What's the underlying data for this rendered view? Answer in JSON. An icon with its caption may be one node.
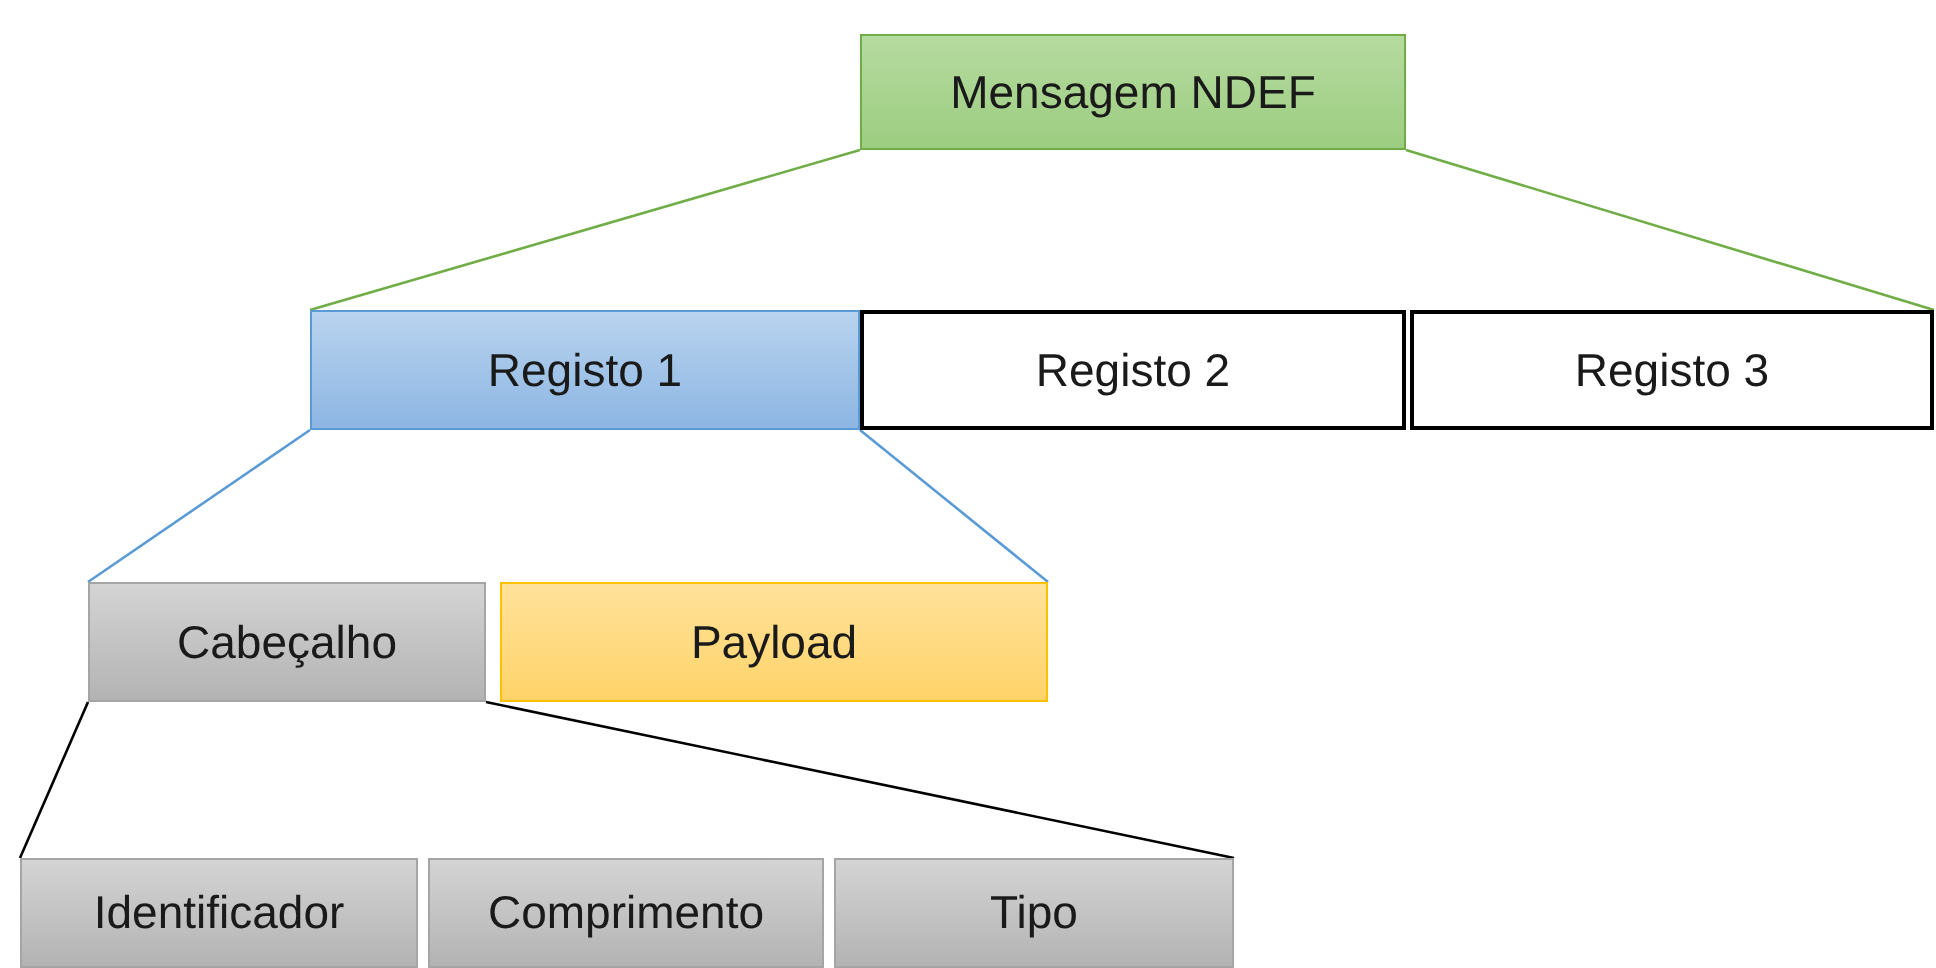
{
  "diagram": {
    "nodes": [
      {
        "text": [
          "Mensagem NDEF"
        ]
      },
      {
        "text": [
          "Registo 1"
        ]
      },
      {
        "text": [
          "Registo 2"
        ]
      },
      {
        "text": [
          "Registo 3"
        ]
      },
      {
        "text": [
          "Cabeçalho"
        ]
      },
      {
        "text": [
          "Payload"
        ]
      },
      {
        "text": [
          "Identificador"
        ]
      },
      {
        "text": [
          "Comprimento"
        ]
      },
      {
        "text": [
          "Tipo"
        ]
      }
    ],
    "edges": [
      {
        "from": 0,
        "to": 1,
        "arrow": "none",
        "color": "#70ad47"
      },
      {
        "from": 0,
        "to": 3,
        "arrow": "none",
        "color": "#70ad47"
      },
      {
        "from": 1,
        "to": 4,
        "arrow": "none",
        "color": "#5b9bd5"
      },
      {
        "from": 1,
        "to": 5,
        "arrow": "none",
        "color": "#5b9bd5"
      },
      {
        "from": 4,
        "to": 6,
        "arrow": "none",
        "color": "#000000"
      },
      {
        "from": 4,
        "to": 8,
        "arrow": "none",
        "color": "#000000"
      }
    ]
  }
}
